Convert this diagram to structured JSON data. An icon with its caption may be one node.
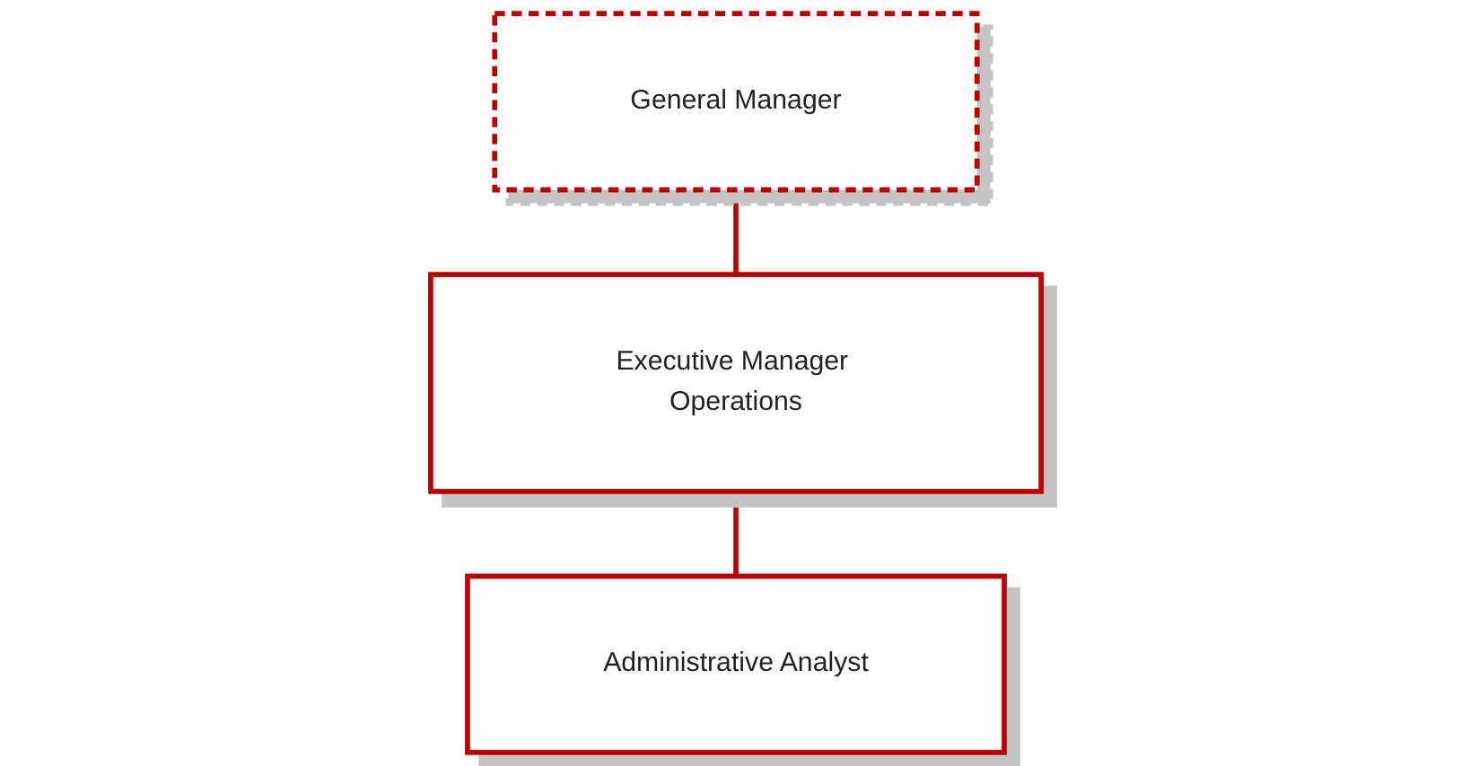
{
  "diagram": {
    "nodes": [
      {
        "text": [
          "General Manager"
        ]
      },
      {
        "text": [
          "Executive Manager Operations"
        ]
      },
      {
        "text": [
          "Administrative Analyst"
        ]
      }
    ],
    "edges": [
      {
        "from": 0,
        "to": 1,
        "arrow": "none"
      },
      {
        "from": 1,
        "to": 2,
        "arrow": "none"
      }
    ]
  }
}
